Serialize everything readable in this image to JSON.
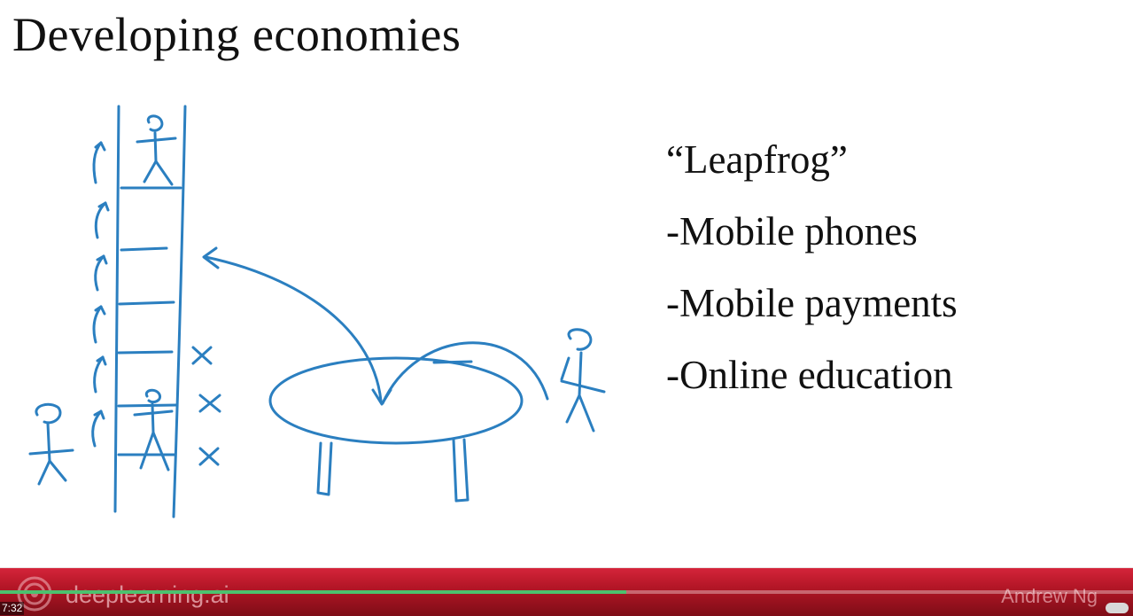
{
  "slide": {
    "title": "Developing economies",
    "bullets": [
      "“Leapfrog”",
      "-Mobile phones",
      "-Mobile payments",
      "-Online education"
    ]
  },
  "sketch": {
    "ink_color": "#2b7fc0",
    "icons": [
      "ladder-icon",
      "stick-figure-icon",
      "trampoline-icon",
      "curved-arrow-icon",
      "x-mark-icon"
    ]
  },
  "footer": {
    "brand": "deeplearning.ai",
    "author": "Andrew Ng",
    "logo_icon": "deeplearning-logo-icon",
    "bar_color": "#b31626"
  },
  "player": {
    "time": "7:32",
    "progress_fraction": 0.553,
    "progress_color": "#4cc16e"
  }
}
